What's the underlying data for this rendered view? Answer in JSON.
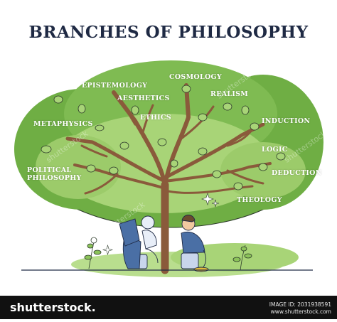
{
  "title": "BRANCHES OF PHILOSOPHY",
  "branches": {
    "epistemology": "EPISTEMOLOGY",
    "cosmology": "COSMOLOGY",
    "aesthetics": "AESTHETICS",
    "realism": "REALISM",
    "ethics": "ETHICS",
    "metaphysics": "METAPHYSICS",
    "induction": "INDUCTION",
    "logic": "LOGIC",
    "political_philosophy": "POLITICAL PHILOSOPHY",
    "deduction": "DEDUCTION",
    "theology": "THEOLOGY"
  },
  "watermark_text": "shutterstock",
  "footer": {
    "brand": "shutterstock.",
    "image_id_label": "IMAGE ID: 2031938591",
    "site": "www.shutterstock.com"
  },
  "colors": {
    "canopy_dark": "#5f9e3a",
    "canopy_light": "#a8d477",
    "trunk": "#8a5a3b",
    "title": "#1f2a44"
  }
}
